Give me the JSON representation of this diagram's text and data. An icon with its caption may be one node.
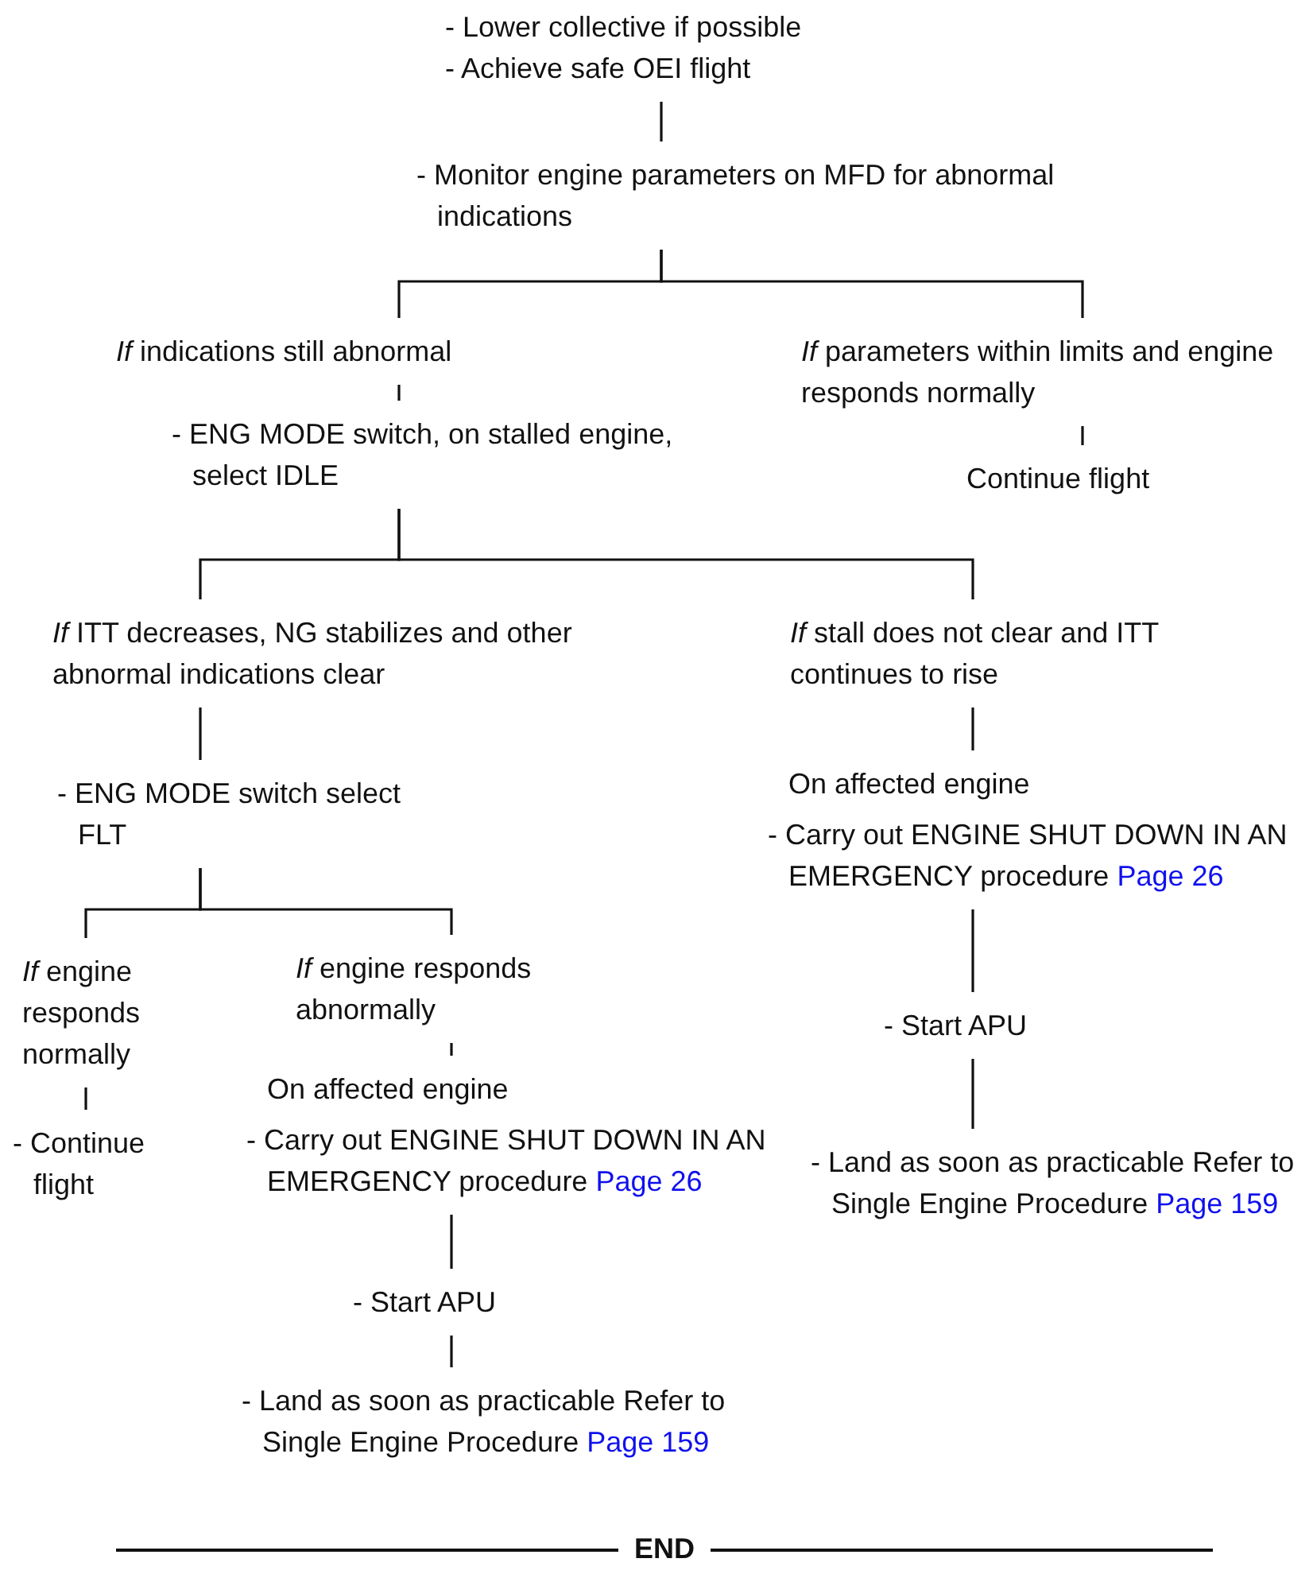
{
  "diagram": {
    "nodes": [
      {
        "text": [
          "- Lower collective if possible",
          "- Achieve safe OEI flight"
        ]
      },
      {
        "text": [
          "- Monitor engine parameters on MFD for abnormal indications"
        ]
      },
      {
        "text": [
          "*If* indications still abnormal"
        ]
      },
      {
        "text": [
          "*If* parameters within limits and engine responds normally"
        ]
      },
      {
        "text": [
          "- ENG MODE switch, on stalled engine, select IDLE"
        ]
      },
      {
        "text": [
          "Continue flight"
        ]
      },
      {
        "text": [
          "*If* ITT decreases, NG stabilizes and other abnormal indications clear"
        ]
      },
      {
        "text": [
          "*If* stall does not clear and ITT continues to rise"
        ]
      },
      {
        "text": [
          "- ENG MODE switch select FLT"
        ]
      },
      {
        "text": [
          "On affected engine",
          "- Carry out ENGINE SHUT DOWN IN AN EMERGENCY procedure",
          "Page 26"
        ]
      },
      {
        "text": [
          "*If* engine responds normally"
        ]
      },
      {
        "text": [
          "*If* engine responds abnormally"
        ]
      },
      {
        "text": [
          "- Start APU"
        ]
      },
      {
        "text": [
          "- Land as soon as practicable Refer to Single Engine Procedure",
          "Page 159"
        ]
      },
      {
        "text": [
          "- Continue flight"
        ]
      },
      {
        "text": [
          "On affected engine",
          "- Carry out ENGINE SHUT DOWN IN AN EMERGENCY procedure",
          "Page 26"
        ]
      },
      {
        "text": [
          "- Start APU"
        ]
      },
      {
        "text": [
          "- Land as soon as practicable Refer to Single Engine Procedure",
          "Page 159"
        ]
      }
    ],
    "edges": [
      {
        "from": 0,
        "to": 1,
        "arrow": "none"
      },
      {
        "from": 1,
        "to": 2,
        "arrow": "none"
      },
      {
        "from": 1,
        "to": 3,
        "arrow": "none"
      },
      {
        "from": 2,
        "to": 4,
        "arrow": "none"
      },
      {
        "from": 3,
        "to": 5,
        "arrow": "none"
      },
      {
        "from": 4,
        "to": 6,
        "arrow": "none"
      },
      {
        "from": 4,
        "to": 7,
        "arrow": "none"
      },
      {
        "from": 6,
        "to": 8,
        "arrow": "none"
      },
      {
        "from": 7,
        "to": 9,
        "arrow": "none"
      },
      {
        "from": 8,
        "to": 10,
        "arrow": "none"
      },
      {
        "from": 8,
        "to": 11,
        "arrow": "none"
      },
      {
        "from": 9,
        "to": 12,
        "arrow": "none"
      },
      {
        "from": 12,
        "to": 13,
        "arrow": "none"
      },
      {
        "from": 10,
        "to": 14,
        "arrow": "none"
      },
      {
        "from": 11,
        "to": 15,
        "arrow": "none"
      },
      {
        "from": 15,
        "to": 16,
        "arrow": "none"
      },
      {
        "from": 16,
        "to": 17,
        "arrow": "none"
      }
    ],
    "labels": [
      "END"
    ]
  }
}
